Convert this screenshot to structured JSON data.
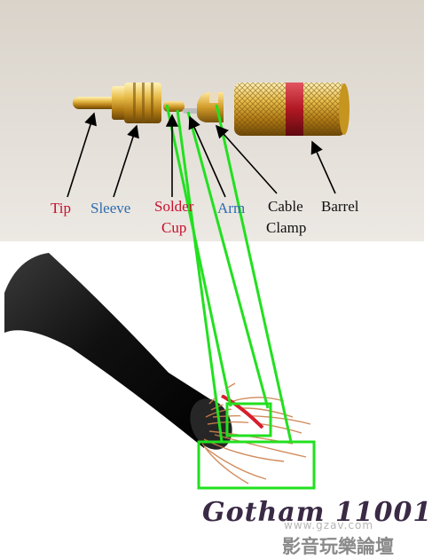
{
  "labels": {
    "tip": "Tip",
    "sleeve": "Sleeve",
    "solder_cup": [
      "Solder",
      "Cup"
    ],
    "arm": "Arm",
    "cable_clamp": [
      "Cable",
      "Clamp"
    ],
    "barrel": "Barrel"
  },
  "watermark": {
    "signature": "Gotham 11001",
    "site": "www.gzav.com",
    "chinese": "影音玩樂論壇"
  },
  "colors": {
    "label_red": "#c8102e",
    "label_blue": "#2b6cb0",
    "label_black": "#111111",
    "highlight_green": "#22e01f",
    "gold": "#d4a628",
    "barrel_band": "#b01822",
    "cable_jacket": "#141414",
    "copper": "#cd7f4a"
  },
  "icons": {
    "arrows": "black-pointer-arrows",
    "connectors": "green-callout-lines"
  }
}
